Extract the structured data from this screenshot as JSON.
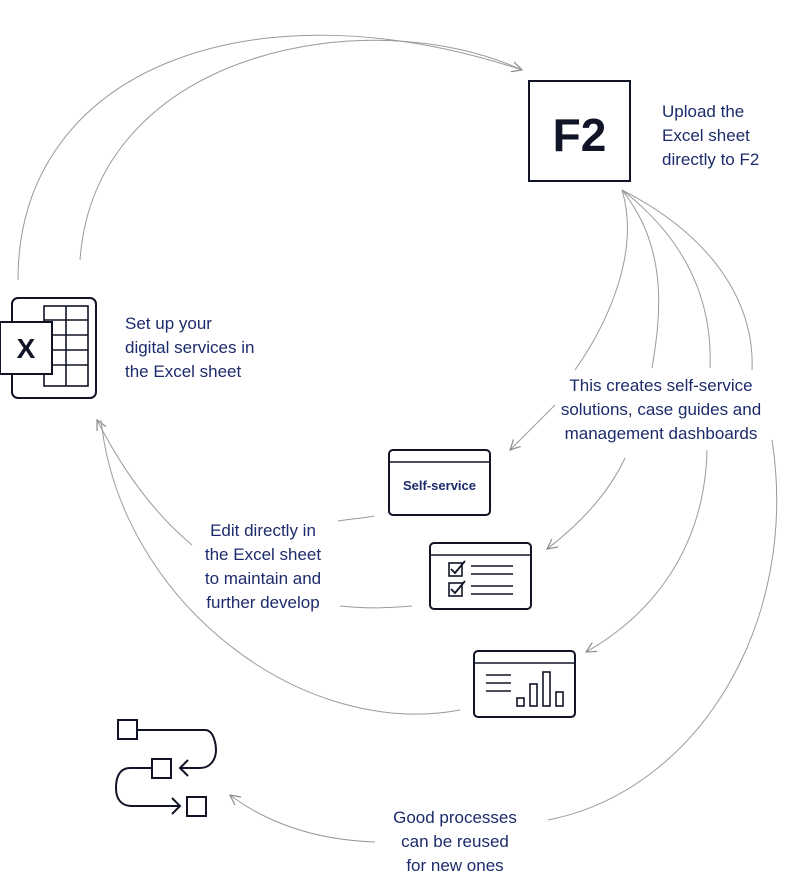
{
  "diagram": {
    "colors": {
      "ink": "#1c2b6b",
      "icon": "#101426",
      "line": "#8a8a8a",
      "background": "#ffffff"
    },
    "f2_logo": {
      "text": "F2"
    },
    "excel_icon": {
      "glyph": "X"
    },
    "self_service_card": {
      "label": "Self-service"
    },
    "labels": {
      "upload": [
        "Upload the",
        "Excel sheet",
        "directly to F2"
      ],
      "setup": [
        "Set up your",
        "digital services in",
        "the Excel sheet"
      ],
      "creates": [
        "This creates self-service",
        "solutions, case guides and",
        "management dashboards"
      ],
      "edit": [
        "Edit directly in",
        "the Excel sheet",
        "to maintain and",
        "further develop"
      ],
      "reuse": [
        "Good processes",
        "can be reused",
        "for new ones"
      ]
    },
    "icons": [
      "excel-icon",
      "f2-logo-icon",
      "self-service-card-icon",
      "checklist-icon",
      "dashboard-chart-icon",
      "process-flow-icon"
    ]
  }
}
